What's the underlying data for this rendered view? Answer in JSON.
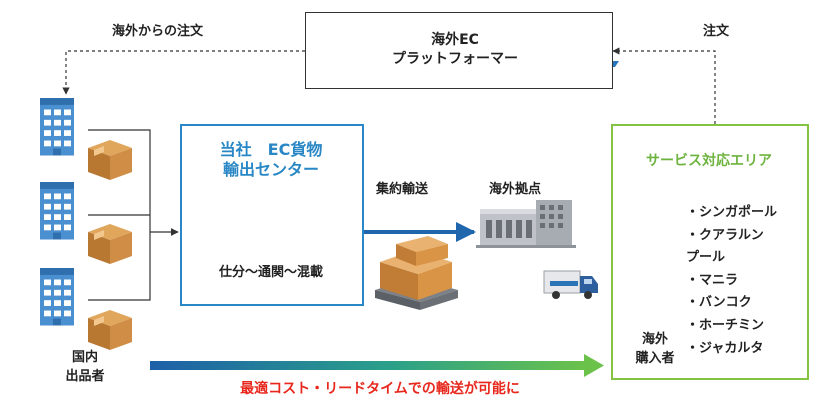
{
  "diagram": {
    "order_overseas_label": "海外からの注文",
    "order_label": "注文",
    "platform": {
      "line1": "海外EC",
      "line2": "プラットフォーマー"
    },
    "center": {
      "line1": "当社　EC貨物",
      "line2": "輸出センター",
      "subtitle": "仕分〜通関〜混載"
    },
    "consolidated_transport_label": "集約輸送",
    "overseas_base_label": "海外拠点",
    "service_area": {
      "title": "サービス対応エリア",
      "items": [
        "・シンガポール",
        "・クアラルン",
        "プール",
        "・マニラ",
        "・バンコク",
        "・ホーチミン",
        "・ジャカルタ"
      ]
    },
    "buyer": {
      "line1": "海外",
      "line2": "購入者"
    },
    "seller": {
      "line1": "国内",
      "line2": "出品者"
    },
    "bottom_message": "最適コスト・リードタイムでの輸送が可能に"
  },
  "colors": {
    "blue": "#2a87c6",
    "green": "#82c341",
    "red": "#e8271d"
  },
  "icons": [
    "building-icon",
    "laptop-globe-icon",
    "cardboard-box-icon",
    "warehouse-icon",
    "airport-tower-icon",
    "pallet-boxes-icon",
    "truck-icon",
    "house-icon",
    "gradient-arrow"
  ]
}
